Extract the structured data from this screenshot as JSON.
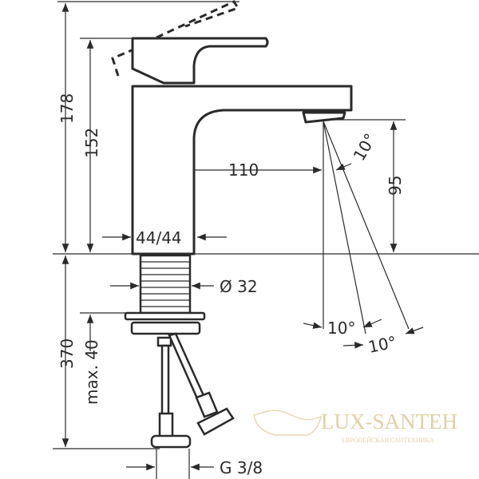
{
  "drawing": {
    "dimensions": {
      "total_height": "178",
      "lever_height": "152",
      "spout_reach": "110",
      "spout_height": "95",
      "spray_angle_top": "10°",
      "spray_angle_bottom_1": "10°",
      "spray_angle_bottom_2": "10°",
      "body_size": "44/44",
      "shank_diameter": "Ø 32",
      "below_deck": "370",
      "max_deck_thickness": "max. 40",
      "connection_thread": "G 3/8"
    },
    "line_color": "#2a2a2a"
  },
  "watermark": {
    "brand": "LUX-SANTEH",
    "tagline": "ЕВРОПЕЙСКАЯ САНТЕХНИКА",
    "color": "#e2cfa4"
  }
}
